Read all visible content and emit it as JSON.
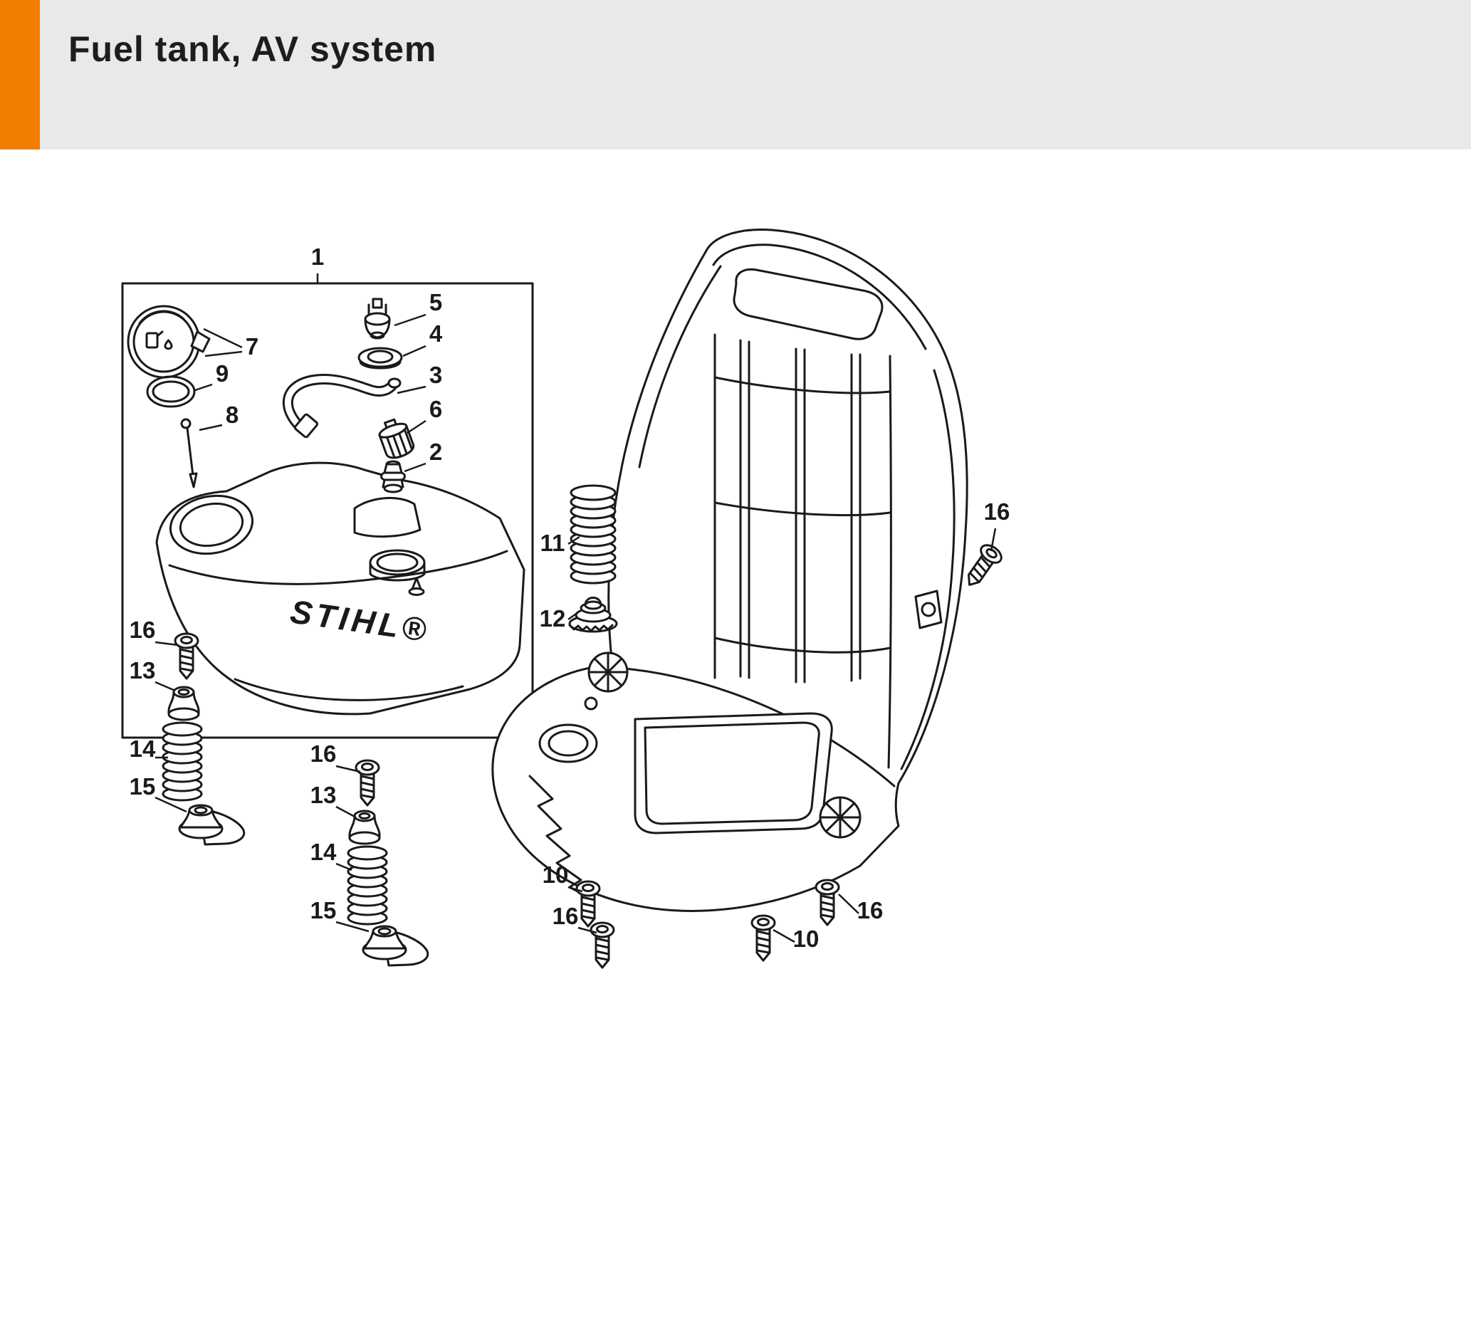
{
  "page": {
    "title": "Fuel tank, AV system"
  },
  "diagram": {
    "brand": "STIHL®",
    "callouts": [
      {
        "label": "1"
      },
      {
        "label": "5"
      },
      {
        "label": "4"
      },
      {
        "label": "3"
      },
      {
        "label": "6"
      },
      {
        "label": "2"
      },
      {
        "label": "7"
      },
      {
        "label": "9"
      },
      {
        "label": "8"
      },
      {
        "label": "11"
      },
      {
        "label": "12"
      },
      {
        "label": "16"
      },
      {
        "label": "16"
      },
      {
        "label": "13"
      },
      {
        "label": "14"
      },
      {
        "label": "15"
      },
      {
        "label": "16"
      },
      {
        "label": "13"
      },
      {
        "label": "14"
      },
      {
        "label": "15"
      },
      {
        "label": "10"
      },
      {
        "label": "16"
      },
      {
        "label": "10"
      },
      {
        "label": "16"
      }
    ]
  },
  "colors": {
    "accent_orange": "#F27D00",
    "header_bg": "#E9E9E9",
    "line": "#1A1A1A",
    "background": "#FFFFFF"
  }
}
